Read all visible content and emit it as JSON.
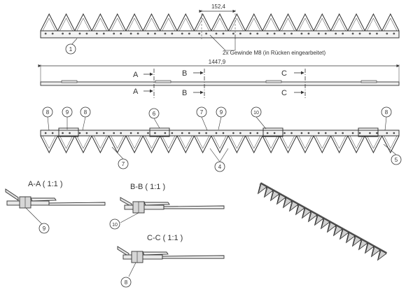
{
  "dimensions": {
    "pitch": "152,4",
    "overall_length": "1447,9"
  },
  "thread_note": "2x Gewinde M8 (in Rücken eingearbeitet)",
  "section_markers": {
    "a": "A",
    "b": "B",
    "c": "C"
  },
  "section_views": {
    "aa": "A-A  ( 1:1 )",
    "bb": "B-B  ( 1:1 )",
    "cc": "C-C  ( 1:1 )"
  },
  "callouts": {
    "top_1": "1",
    "mid_8_left": "8",
    "mid_9": "9",
    "mid_8_b": "8",
    "mid_6": "6",
    "mid_7_top": "7",
    "mid_9_center": "9",
    "mid_10": "10",
    "mid_8_right": "8",
    "mid_7_bottom": "7",
    "mid_4": "4",
    "mid_5": "5",
    "sec_aa": "9",
    "sec_bb": "10",
    "sec_cc": "8"
  },
  "colors": {
    "line": "#333333",
    "part": "#e8e8e8",
    "dark": "#555555"
  }
}
